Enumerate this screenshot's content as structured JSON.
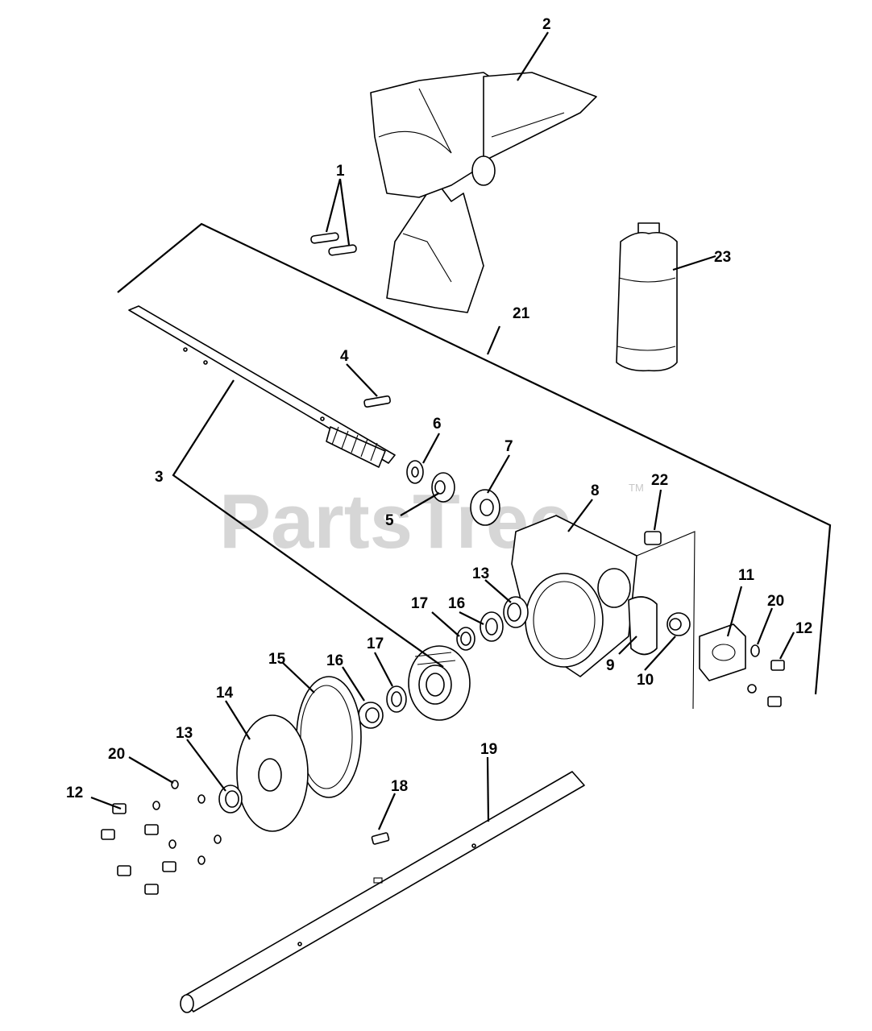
{
  "watermark": {
    "text": "PartsTree",
    "trademark": "TM"
  },
  "callouts": [
    "1",
    "2",
    "3",
    "4",
    "5",
    "6",
    "7",
    "8",
    "9",
    "10",
    "11",
    "12",
    "12",
    "13",
    "13",
    "14",
    "15",
    "16",
    "16",
    "17",
    "17",
    "18",
    "19",
    "20",
    "20",
    "21",
    "22",
    "23"
  ]
}
